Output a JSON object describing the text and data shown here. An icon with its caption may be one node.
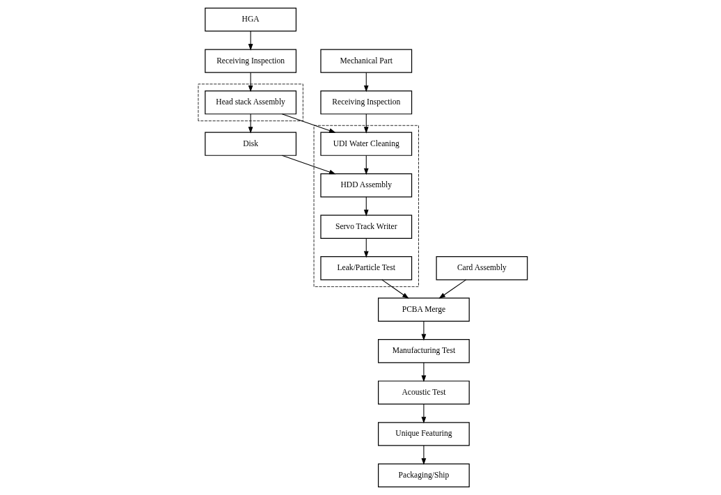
{
  "diagram": {
    "nodes": [
      {
        "text": [
          "HGA"
        ]
      },
      {
        "text": [
          "Mechanical Part"
        ]
      },
      {
        "text": [
          "Manufacturing Test"
        ]
      },
      {
        "text": [
          "Receiving Inspection"
        ]
      },
      {
        "text": [
          "Receiving Inspection"
        ]
      },
      {
        "text": [
          "Acoustic Test"
        ]
      },
      {
        "text": [],
        "shape": "box"
      },
      {
        "text": [
          "Head stack Assembly"
        ],
        "in": 6
      },
      {
        "text": [],
        "shape": "box"
      },
      {
        "text": [
          "UDI Water Cleaning"
        ],
        "in": 8
      },
      {
        "text": [
          "Unique Featuring"
        ]
      },
      {
        "text": [
          "Disk"
        ]
      },
      {
        "text": [
          "HDD Assembly"
        ],
        "in": 8
      },
      {
        "text": [
          "Packaging/Ship"
        ]
      },
      {
        "text": [
          "Servo Track Writer"
        ],
        "in": 8
      },
      {
        "text": [
          "Leak/Particle Test"
        ],
        "in": 8
      },
      {
        "text": [
          "Card Assembly"
        ]
      },
      {
        "text": [
          "PCBA Merge"
        ]
      }
    ],
    "edges": [
      {
        "from": 0,
        "to": 3,
        "arrow": "to"
      },
      {
        "from": 3,
        "to": 7,
        "arrow": "to"
      },
      {
        "from": 7,
        "to": 11,
        "arrow": "to"
      },
      {
        "from": 7,
        "to": 9,
        "arrow": "to"
      },
      {
        "from": 11,
        "to": 12,
        "arrow": "to"
      },
      {
        "from": 1,
        "to": 4,
        "arrow": "to"
      },
      {
        "from": 4,
        "to": 9,
        "arrow": "to"
      },
      {
        "from": 9,
        "to": 12,
        "arrow": "to"
      },
      {
        "from": 12,
        "to": 14,
        "arrow": "to"
      },
      {
        "from": 14,
        "to": 15,
        "arrow": "to"
      },
      {
        "from": 15,
        "to": 17,
        "arrow": "to"
      },
      {
        "from": 16,
        "to": 17,
        "arrow": "to"
      },
      {
        "from": 17,
        "to": 2,
        "arrow": "to"
      },
      {
        "from": 2,
        "to": 5,
        "arrow": "to"
      },
      {
        "from": 5,
        "to": 10,
        "arrow": "to"
      },
      {
        "from": 10,
        "to": 13,
        "arrow": "to"
      }
    ]
  }
}
